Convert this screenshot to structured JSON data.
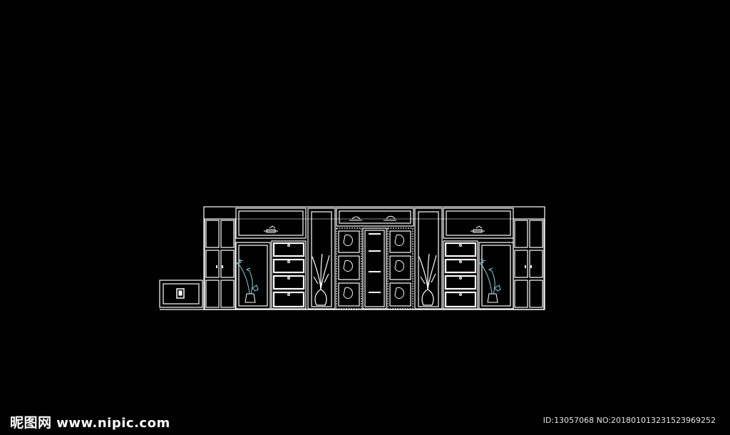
{
  "watermark": {
    "brand": "昵图网",
    "site": "www.nipic.com",
    "id_text": "ID:13057068 NO:20180101323152396925​2"
  },
  "colors": {
    "background": "#000000",
    "line": "#ffffff",
    "plant": "#7fd6e0"
  }
}
